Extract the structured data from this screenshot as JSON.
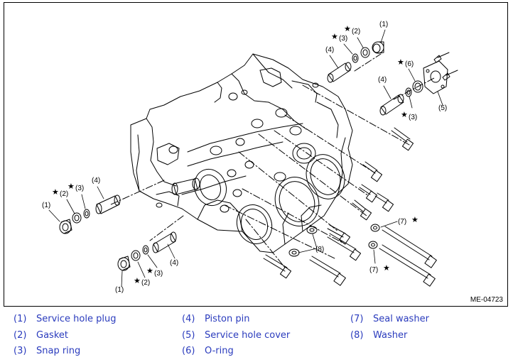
{
  "figure": {
    "code": "ME-04723",
    "star": "★",
    "callouts": [
      "(1)",
      "(2)",
      "(3)",
      "(4)",
      "(5)",
      "(6)",
      "(7)",
      "(8)"
    ]
  },
  "legend": [
    {
      "num": "(1)",
      "name": "Service hole plug"
    },
    {
      "num": "(2)",
      "name": "Gasket"
    },
    {
      "num": "(3)",
      "name": "Snap ring"
    },
    {
      "num": "(4)",
      "name": "Piston pin"
    },
    {
      "num": "(5)",
      "name": "Service hole cover"
    },
    {
      "num": "(6)",
      "name": "O-ring"
    },
    {
      "num": "(7)",
      "name": "Seal washer"
    },
    {
      "num": "(8)",
      "name": "Washer"
    }
  ],
  "colors": {
    "legend_text": "#2a3bbd",
    "line": "#000000"
  }
}
